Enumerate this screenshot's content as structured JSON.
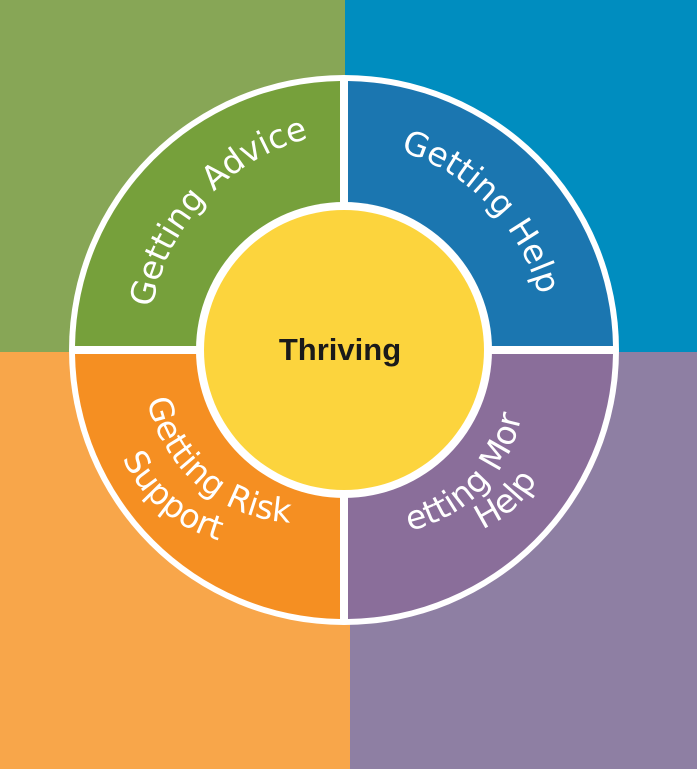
{
  "colors": {
    "bg_top_left": "#87a656",
    "bg_top_right": "#008dbf",
    "bg_bottom_left": "#f8a64a",
    "bg_bottom_right": "#8e7fa3",
    "seg_advice": "#76a03b",
    "seg_help": "#1b76b0",
    "seg_more_help": "#8a6e9a",
    "seg_risk": "#f58f22",
    "hub": "#fcd43d",
    "ring": "#ffffff"
  },
  "diagram": {
    "center": {
      "label": "Thriving"
    },
    "segments": [
      {
        "id": "advice",
        "lines": [
          "Getting Advice"
        ]
      },
      {
        "id": "help",
        "lines": [
          "Getting Help"
        ]
      },
      {
        "id": "more_help",
        "lines": [
          "Getting More",
          "Help"
        ]
      },
      {
        "id": "risk",
        "lines": [
          "Getting Risk",
          "Support"
        ]
      }
    ]
  }
}
